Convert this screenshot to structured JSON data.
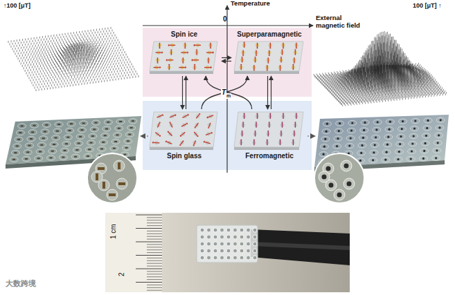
{
  "diagram": {
    "nodes": [
      {
        "text": [
          "Spin ice"
        ]
      },
      {
        "text": [
          "Superparamagnetic"
        ]
      },
      {
        "text": [
          "Spin glass"
        ]
      },
      {
        "text": [
          "Ferromagnetic"
        ]
      }
    ],
    "edges": [
      {
        "from": 0,
        "to": 1,
        "arrow": "both"
      },
      {
        "from": 0,
        "to": 2,
        "arrow": "both"
      },
      {
        "from": 1,
        "to": 3,
        "arrow": "both"
      },
      {
        "from": 2,
        "to": 1,
        "arrow": "to"
      },
      {
        "from": 3,
        "to": 0,
        "arrow": "to"
      }
    ],
    "labels": [
      "Temperature",
      "0",
      "External magnetic field",
      "T",
      "m",
      "↑100 [μT]",
      "100 [μT] ↑",
      "1 cm",
      "2",
      "大数跨境"
    ]
  }
}
